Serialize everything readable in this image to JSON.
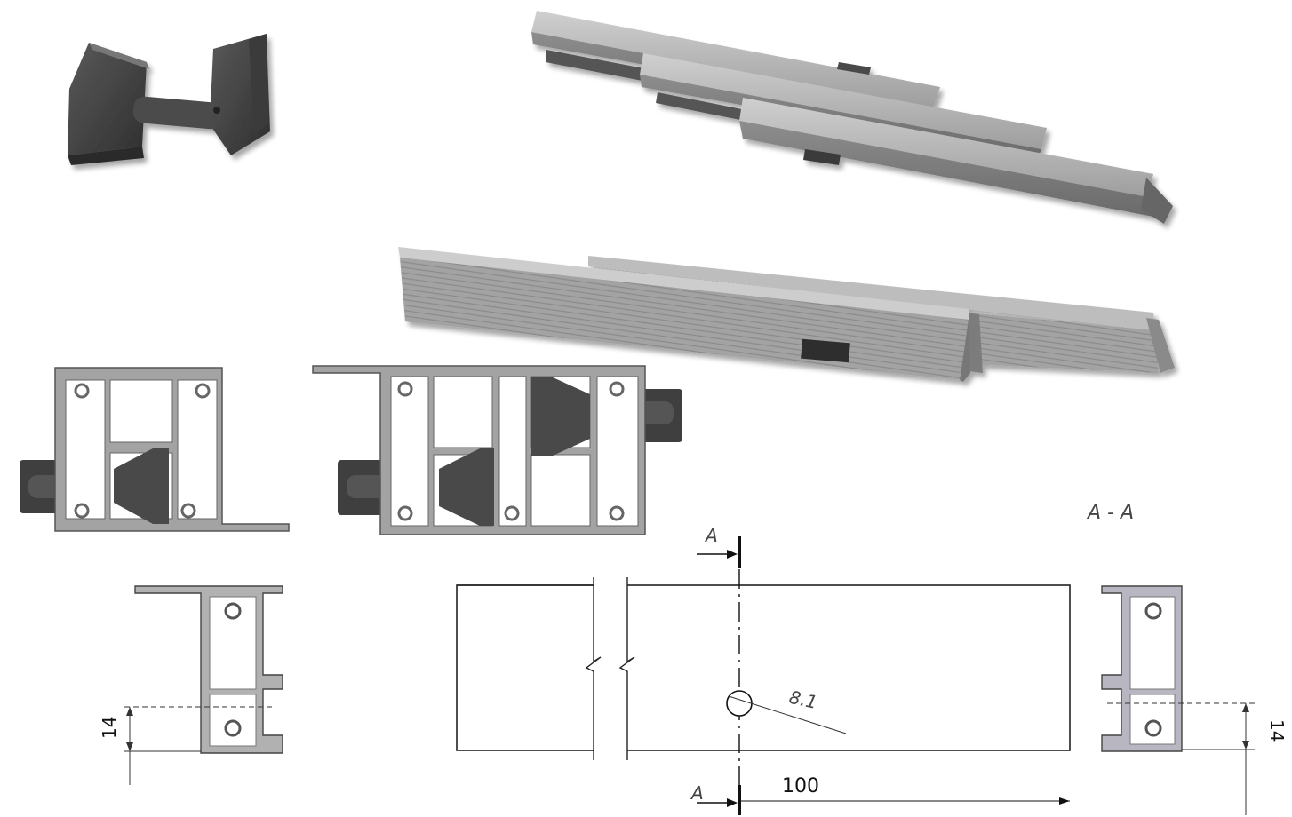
{
  "labels": {
    "section_title": "A - A",
    "cut_mark_top": "A",
    "cut_mark_bottom": "A",
    "hole_diameter": "8.1",
    "hole_offset": "100",
    "left_dim": "14",
    "right_dim": "14"
  },
  "colors": {
    "metal": "#9c9c9c",
    "metal_dark": "#6e6e6e",
    "metal_light": "#c2c2c2",
    "rubber": "#4a4a4a",
    "line": "#222222",
    "section_fill": "#b8b6c0"
  }
}
